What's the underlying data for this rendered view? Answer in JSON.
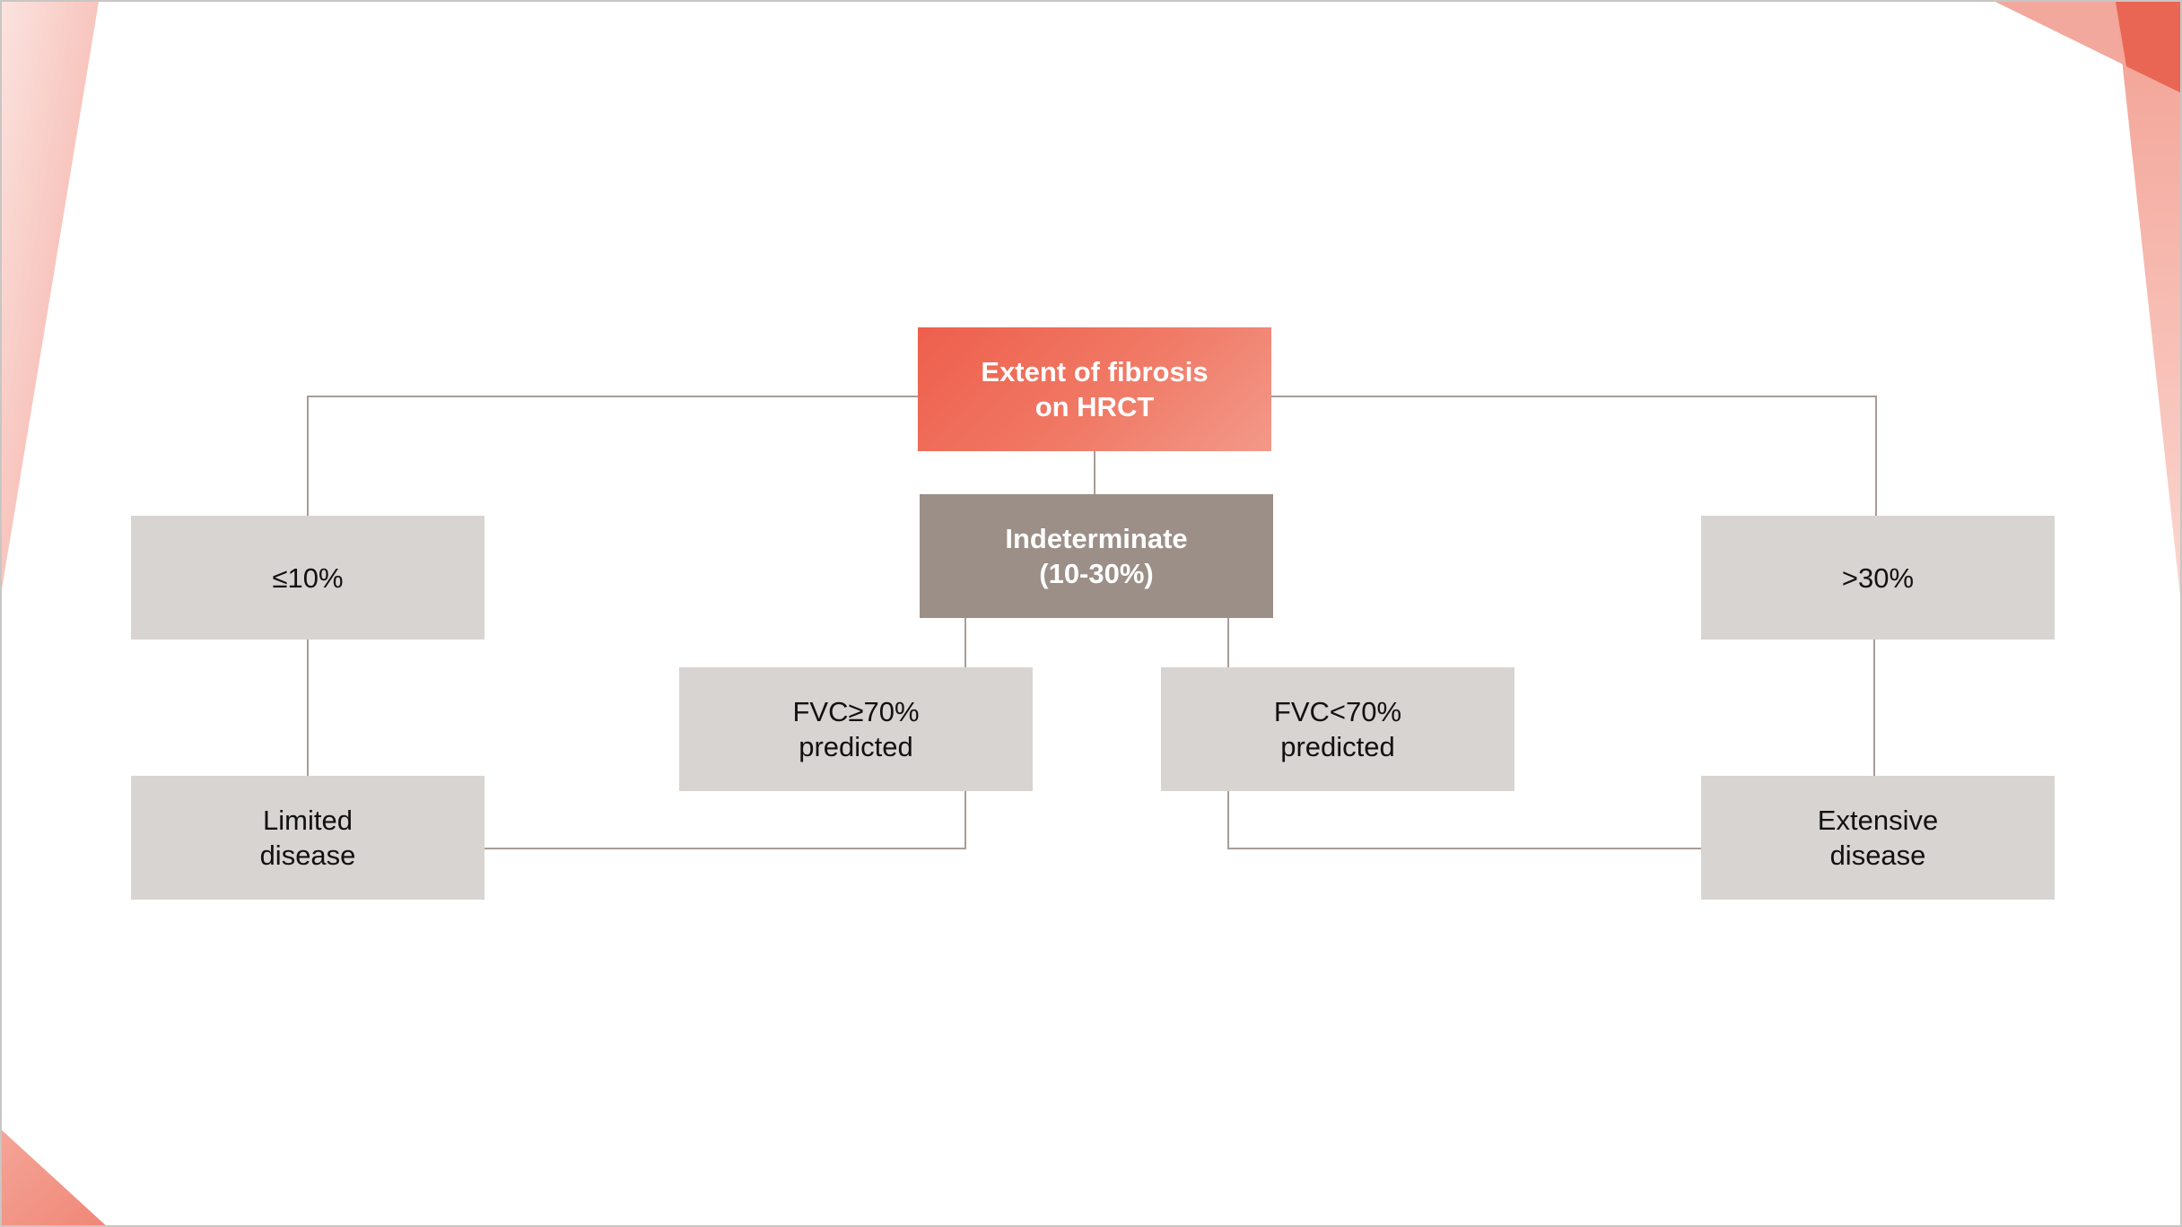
{
  "diagram": {
    "root": {
      "label": "Extent of fibrosis\non HRCT",
      "color": "#ef6a56"
    },
    "indeterminate": {
      "label": "Indeterminate\n(10-30%)",
      "color": "#9b8f87"
    },
    "low_extent": {
      "label": "≤10%"
    },
    "high_extent": {
      "label": ">30%"
    },
    "fvc_high": {
      "label": "FVC≥70%\npredicted"
    },
    "fvc_low": {
      "label": "FVC<70%\npredicted"
    },
    "limited": {
      "label": "Limited\ndisease"
    },
    "extensive": {
      "label": "Extensive\ndisease"
    }
  },
  "colors": {
    "box_fill": "#d8d4d1",
    "connector": "#a89d96",
    "accent": "#ef6a56"
  }
}
